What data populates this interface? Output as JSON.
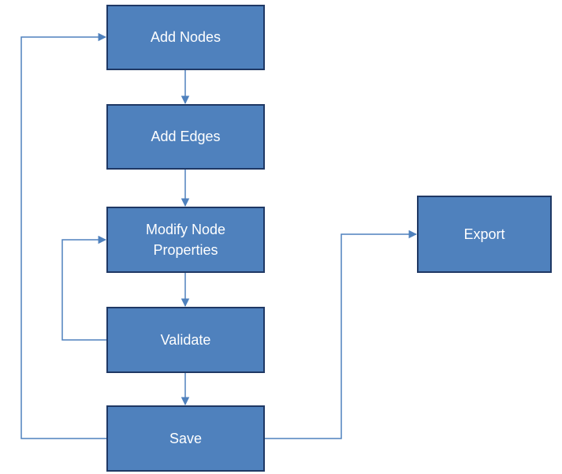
{
  "diagram": {
    "nodes": {
      "add_nodes": "Add Nodes",
      "add_edges": "Add Edges",
      "modify_line1": "Modify Node",
      "modify_line2": "Properties",
      "validate": "Validate",
      "save": "Save",
      "export": "Export"
    },
    "colors": {
      "node_fill": "#4f81bd",
      "node_border": "#1f3864",
      "connector": "#4f81bd",
      "text": "#ffffff"
    }
  }
}
